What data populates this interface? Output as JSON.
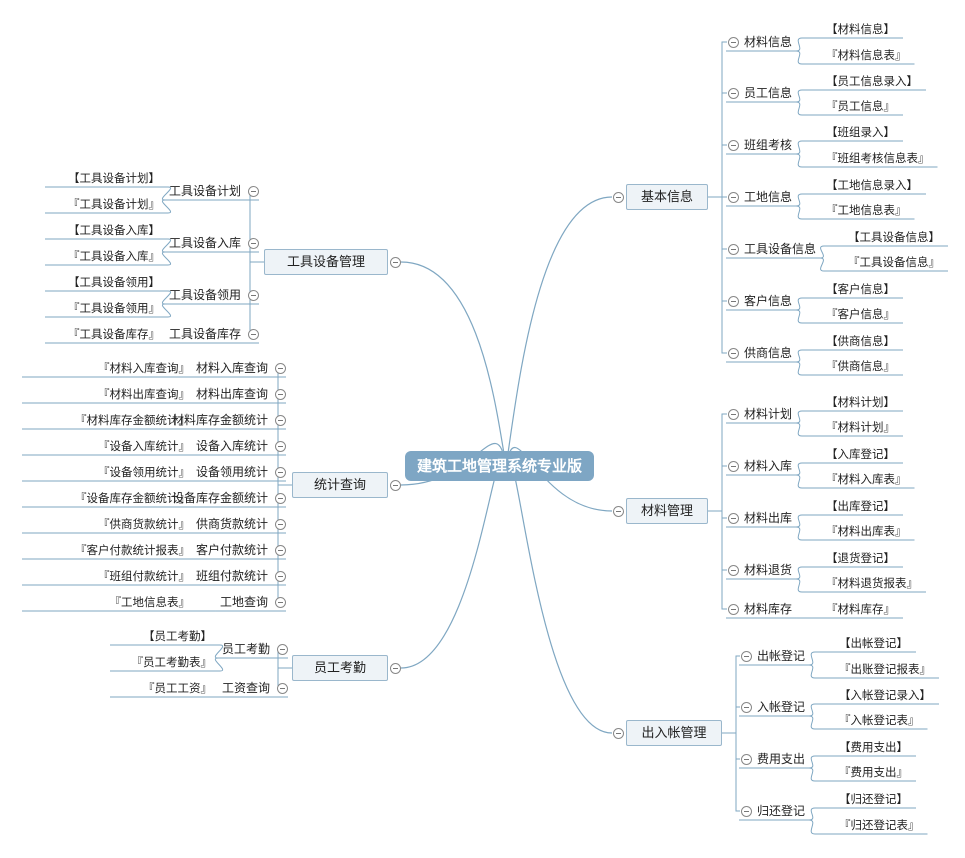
{
  "root": "建筑工地管理系统专业版",
  "branches": {
    "basic_info": {
      "title": "基本信息",
      "items": [
        {
          "label": "材料信息",
          "leaves": [
            "【材料信息】",
            "『材料信息表』"
          ]
        },
        {
          "label": "员工信息",
          "leaves": [
            "【员工信息录入】",
            "『员工信息』"
          ]
        },
        {
          "label": "班组考核",
          "leaves": [
            "【班组录入】",
            "『班组考核信息表』"
          ]
        },
        {
          "label": "工地信息",
          "leaves": [
            "【工地信息录入】",
            "『工地信息表』"
          ]
        },
        {
          "label": "工具设备信息",
          "leaves": [
            "【工具设备信息】",
            "『工具设备信息』"
          ]
        },
        {
          "label": "客户信息",
          "leaves": [
            "【客户信息】",
            "『客户信息』"
          ]
        },
        {
          "label": "供商信息",
          "leaves": [
            "【供商信息】",
            "『供商信息』"
          ]
        }
      ]
    },
    "material": {
      "title": "材料管理",
      "items": [
        {
          "label": "材料计划",
          "leaves": [
            "【材料计划】",
            "『材料计划』"
          ]
        },
        {
          "label": "材料入库",
          "leaves": [
            "【入库登记】",
            "『材料入库表』"
          ]
        },
        {
          "label": "材料出库",
          "leaves": [
            "【出库登记】",
            "『材料出库表』"
          ]
        },
        {
          "label": "材料退货",
          "leaves": [
            "【退货登记】",
            "『材料退货报表』"
          ]
        },
        {
          "label": "材料库存",
          "leaves": [
            "『材料库存』"
          ]
        }
      ]
    },
    "accounts": {
      "title": "出入帐管理",
      "items": [
        {
          "label": "出帐登记",
          "leaves": [
            "【出帐登记】",
            "『出账登记报表』"
          ]
        },
        {
          "label": "入帐登记",
          "leaves": [
            "【入帐登记录入】",
            "『入帐登记表』"
          ]
        },
        {
          "label": "费用支出",
          "leaves": [
            "【费用支出】",
            "『费用支出』"
          ]
        },
        {
          "label": "归还登记",
          "leaves": [
            "【归还登记】",
            "『归还登记表』"
          ]
        }
      ]
    },
    "tools": {
      "title": "工具设备管理",
      "items": [
        {
          "label": "工具设备计划",
          "leaves": [
            "【工具设备计划】",
            "『工具设备计划』"
          ]
        },
        {
          "label": "工具设备入库",
          "leaves": [
            "【工具设备入库】",
            "『工具设备入库』"
          ]
        },
        {
          "label": "工具设备领用",
          "leaves": [
            "【工具设备领用】",
            "『工具设备领用』"
          ]
        },
        {
          "label": "工具设备库存",
          "leaves": [
            "『工具设备库存』"
          ]
        }
      ]
    },
    "stats": {
      "title": "统计查询",
      "items": [
        {
          "label": "材料入库查询",
          "leaves": [
            "『材料入库查询』"
          ]
        },
        {
          "label": "材料出库查询",
          "leaves": [
            "『材料出库查询』"
          ]
        },
        {
          "label": "材料库存金额统计",
          "leaves": [
            "『材料库存金额统计』"
          ]
        },
        {
          "label": "设备入库统计",
          "leaves": [
            "『设备入库统计』"
          ]
        },
        {
          "label": "设备领用统计",
          "leaves": [
            "『设备领用统计』"
          ]
        },
        {
          "label": "设备库存金额统计",
          "leaves": [
            "『设备库存金额统计』"
          ]
        },
        {
          "label": "供商货款统计",
          "leaves": [
            "『供商货款统计』"
          ]
        },
        {
          "label": "客户付款统计",
          "leaves": [
            "『客户付款统计报表』"
          ]
        },
        {
          "label": "班组付款统计",
          "leaves": [
            "『班组付款统计』"
          ]
        },
        {
          "label": "工地查询",
          "leaves": [
            "『工地信息表』"
          ]
        }
      ]
    },
    "attendance": {
      "title": "员工考勤",
      "items": [
        {
          "label": "员工考勤",
          "leaves": [
            "【员工考勤】",
            "『员工考勤表』"
          ]
        },
        {
          "label": "工资查询",
          "leaves": [
            "『员工工资』"
          ]
        }
      ]
    }
  },
  "colors": {
    "line": "#7fa7c2",
    "root_fill": "#7ea6c4",
    "main_border": "#9ab7cc",
    "main_fill": "#eef3f7"
  }
}
